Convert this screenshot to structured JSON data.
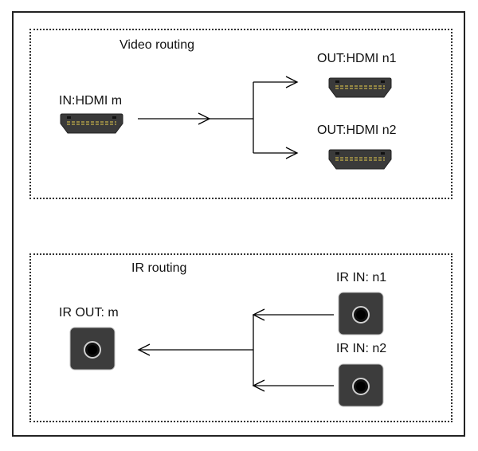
{
  "video_routing": {
    "title": "Video routing",
    "input": {
      "label": "IN:HDMI m",
      "icon": "hdmi-port-icon"
    },
    "outputs": [
      {
        "label": "OUT:HDMI n1",
        "icon": "hdmi-port-icon"
      },
      {
        "label": "OUT:HDMI n2",
        "icon": "hdmi-port-icon"
      }
    ]
  },
  "ir_routing": {
    "title": "IR routing",
    "output": {
      "label": "IR OUT: m",
      "icon": "ir-jack-icon"
    },
    "inputs": [
      {
        "label": "IR IN: n1",
        "icon": "ir-jack-icon"
      },
      {
        "label": "IR IN: n2",
        "icon": "ir-jack-icon"
      }
    ]
  },
  "colors": {
    "connector_body": "#3a3a3a",
    "connector_pins": "#c8b24a",
    "line": "#000000"
  }
}
